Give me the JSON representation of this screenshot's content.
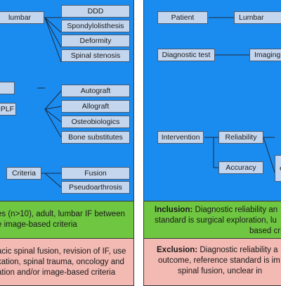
{
  "left": {
    "tree": {
      "lumbar": "lumbar",
      "ddd": "DDD",
      "spondylolisthesis": "Spondylolisthesis",
      "deformity": "Deformity",
      "spinal_stenosis": "Spinal stenosis",
      "plf": "PLF",
      "autograft": "Autograft",
      "allograft": "Allograft",
      "osteobiologics": "Osteobiologics",
      "bone_substitutes": "Bone substitutes",
      "criteria": "Criteria",
      "fusion": "Fusion",
      "pseudoarthrosis": "Pseudoarthrosis"
    },
    "inclusion_lines": [
      "es (n>10), adult, lumbar IF between",
      "e image-based criteria"
    ],
    "exclusion_lines": [
      "acic spinal fusion, revision of IF, use",
      "xation, spinal trauma, oncology and",
      "ation and/or image-based criteria"
    ]
  },
  "right": {
    "tree": {
      "patient": "Patient",
      "lumbar": "Lumbar",
      "diagnostic_test": "Diagnostic test",
      "imaging": "Imaging",
      "intervention": "Intervention",
      "reliability": "Reliability",
      "accuracy": "Accuracy",
      "e_fragment": "e"
    },
    "inclusion_label": "Inclusion:",
    "inclusion_line1": " Diagnostic reliability an",
    "inclusion_line2": "standard is surgical exploration, lu",
    "inclusion_line3": "based cri",
    "exclusion_label": "Exclusion:",
    "exclusion_line1": " Diagnostic reliability a",
    "exclusion_line2": "outcome, reference standard is im",
    "exclusion_line3": "spinal fusion, unclear in"
  }
}
